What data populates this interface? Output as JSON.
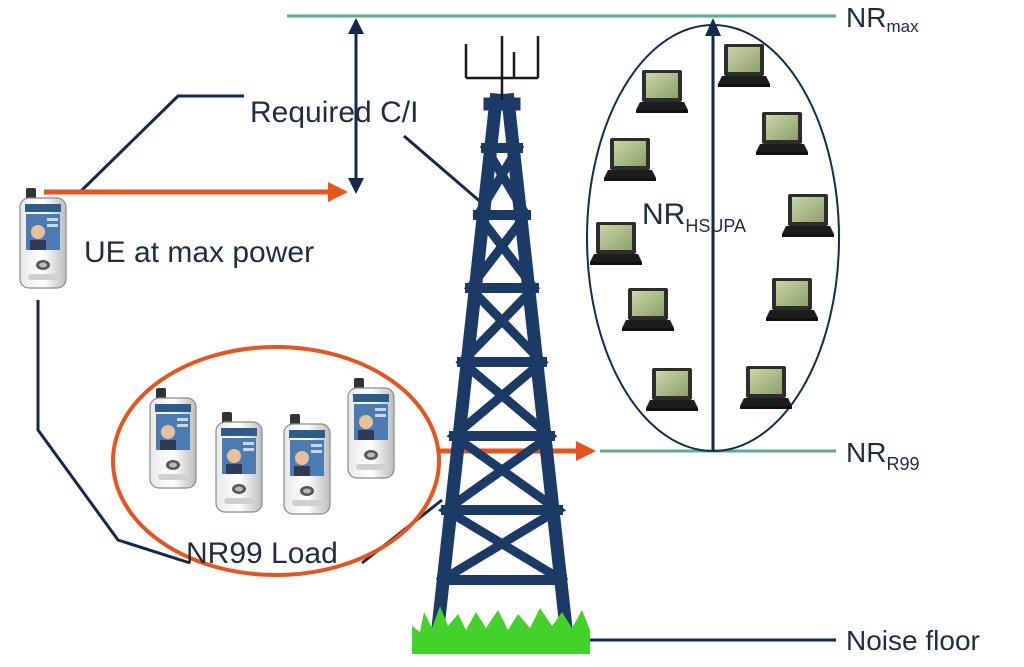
{
  "labels": {
    "nr_max": "NR",
    "nr_max_sub": "max",
    "required_ci": "Required C/I",
    "ue_max_power": "UE at max power",
    "nr_hsupa": "NR",
    "nr_hsupa_sub": "HSUPA",
    "nr_r99": "NR",
    "nr_r99_sub": "R99",
    "nr99_load": "NR99 Load",
    "noise_floor": "Noise floor"
  },
  "colors": {
    "level_line": "#5bab93",
    "dark_navy": "#13294b",
    "arrow_orange": "#e8531e",
    "tower": "#1c3a66",
    "grass": "#43d12c",
    "ellipse_stroke": "#0f2f4f"
  },
  "icons": {
    "phone": "mobile-phone-icon",
    "laptop": "laptop-icon",
    "tower": "cell-tower-icon",
    "antenna": "antenna-icon"
  }
}
